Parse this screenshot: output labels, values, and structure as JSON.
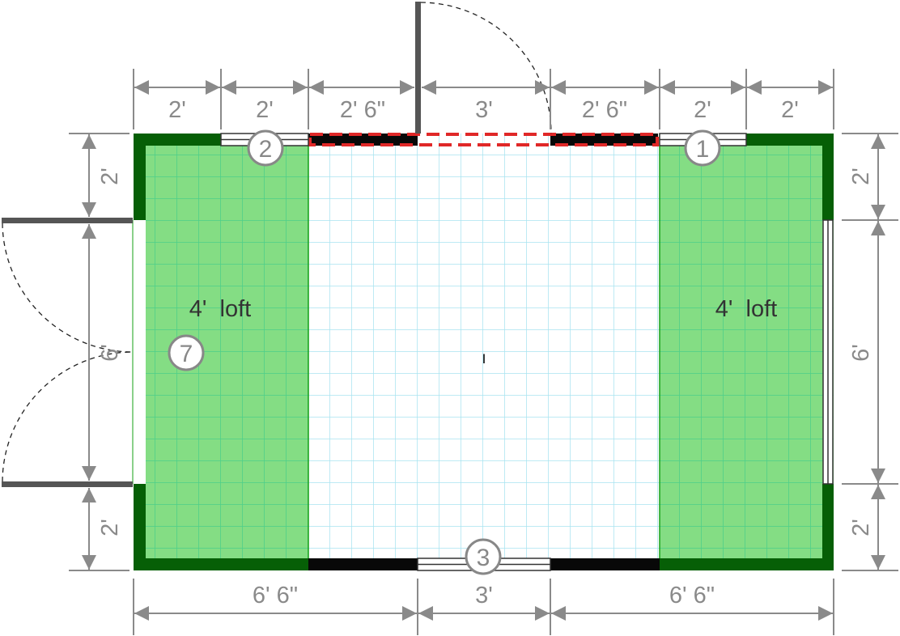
{
  "colors": {
    "wall_loft": "#065f06",
    "loft_fill": "#84dd84",
    "wall_main": "#080808",
    "grid_main": "#a8e4f0",
    "grid_loft": "#4ccf8a",
    "opening_marker": "#e02828",
    "dimension": "#8a8a8a",
    "door": "#555555"
  },
  "dimensions": {
    "top": [
      "2'",
      "2'",
      "2' 6\"",
      "3'",
      "2' 6\"",
      "2'",
      "2'"
    ],
    "bottom": [
      "6' 6\"",
      "3'",
      "6' 6\""
    ],
    "left": [
      "2'",
      "6'",
      "2'"
    ],
    "right": [
      "2'",
      "6'",
      "2'"
    ]
  },
  "lofts": [
    {
      "label": "4'  loft"
    },
    {
      "label": "4'  loft"
    }
  ],
  "markers": [
    "1",
    "2",
    "3",
    "7"
  ],
  "cursor": "I"
}
